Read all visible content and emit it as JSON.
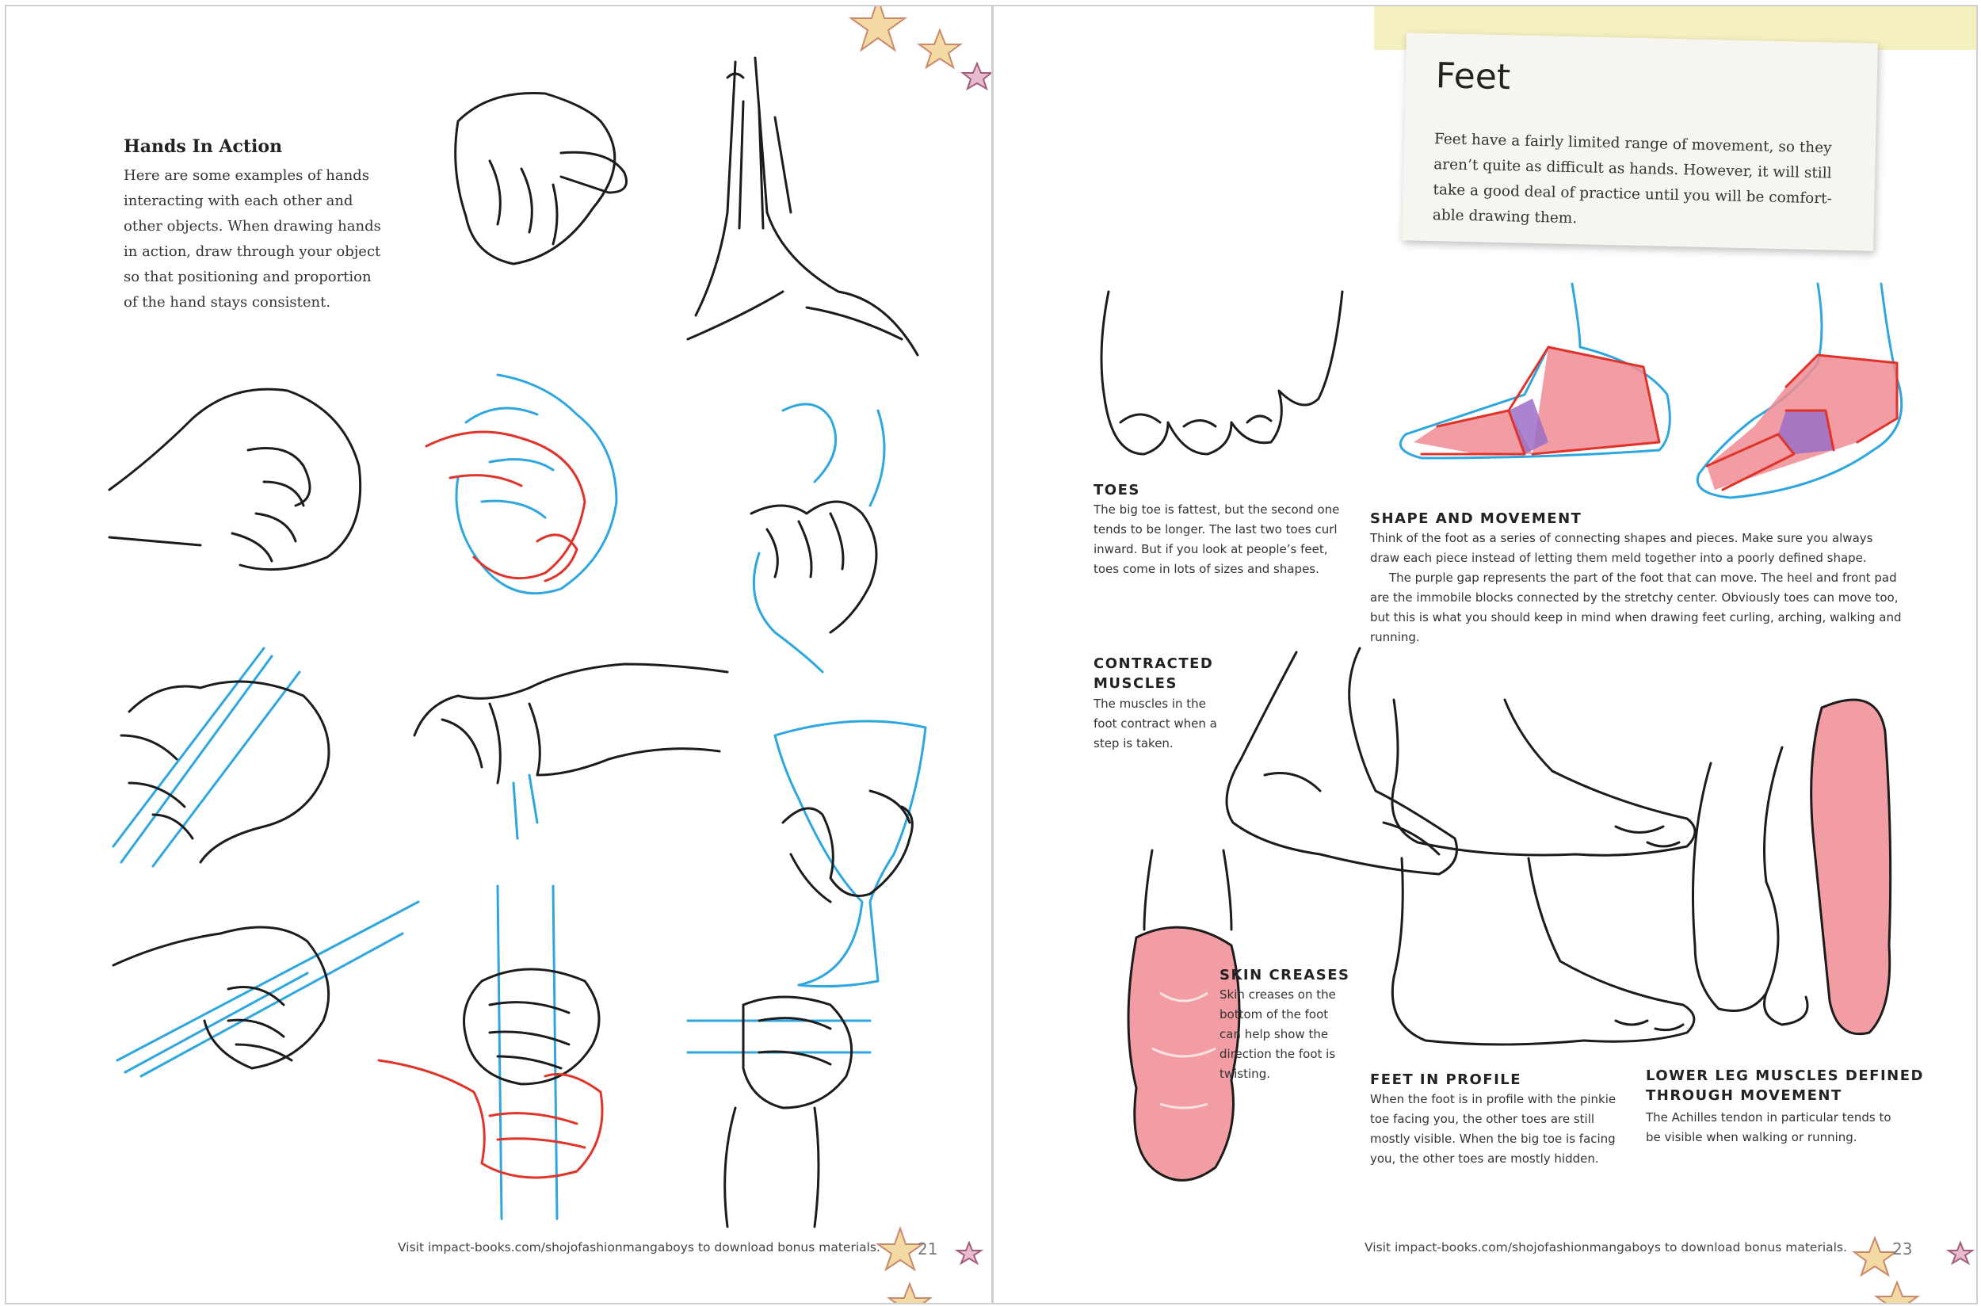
{
  "left_page": {
    "heading": "Hands In Action",
    "intro_lines": [
      "Here are some examples of hands",
      "interacting with each other and",
      "other objects. When drawing hands",
      "in action, draw through your object",
      "so that positioning and proportion",
      "of the hand stays consistent."
    ],
    "footer": "Visit impact-books.com/shojofashionmangaboys to download bonus materials.",
    "page_number": "21"
  },
  "right_page": {
    "title": "Feet",
    "intro_lines": [
      "Feet have a fairly limited range of movement, so they",
      "aren’t quite as difficult as hands. However, it will still",
      "take a good deal of practice until you will be comfort-",
      "able drawing them."
    ],
    "toes": {
      "title": "TOES",
      "lines": [
        "The big toe is fattest, but the second one",
        "tends to be longer. The last two toes curl",
        "inward. But if you look at people’s feet,",
        "toes come in lots of sizes and shapes."
      ]
    },
    "shape": {
      "title": "SHAPE AND MOVEMENT",
      "lines": [
        "Think of the foot as a series of connecting shapes and pieces. Make sure you always",
        "draw each piece instead of letting them meld together into a poorly defined shape.",
        "The purple gap represents the part of the foot that can move. The heel and front pad",
        "are the immobile blocks connected by the stretchy center. Obviously toes can move too,",
        "but this is what you should keep in mind when drawing feet curling, arching, walking and",
        "running."
      ]
    },
    "contracted": {
      "title_lines": [
        "CONTRACTED",
        "MUSCLES"
      ],
      "lines": [
        "The muscles in the",
        "foot contract when a",
        "step is taken."
      ]
    },
    "skin": {
      "title": "SKIN CREASES",
      "lines": [
        "Skin creases on the",
        "bottom of the foot",
        "can help show the",
        "direction the foot is",
        "twisting."
      ]
    },
    "profile": {
      "title": "FEET IN PROFILE",
      "lines": [
        "When the foot is in profile with the pinkie",
        "toe facing you, the other toes are still",
        "mostly visible. When the big toe is facing",
        "you, the other toes are mostly hidden."
      ]
    },
    "leg": {
      "title_lines": [
        "LOWER LEG MUSCLES DEFINED",
        "THROUGH MOVEMENT"
      ],
      "lines": [
        "The Achilles tendon in particular tends to",
        "be visible when walking or running."
      ]
    },
    "footer": "Visit impact-books.com/shojofashionmangaboys to download bonus materials.",
    "page_number": "23"
  }
}
